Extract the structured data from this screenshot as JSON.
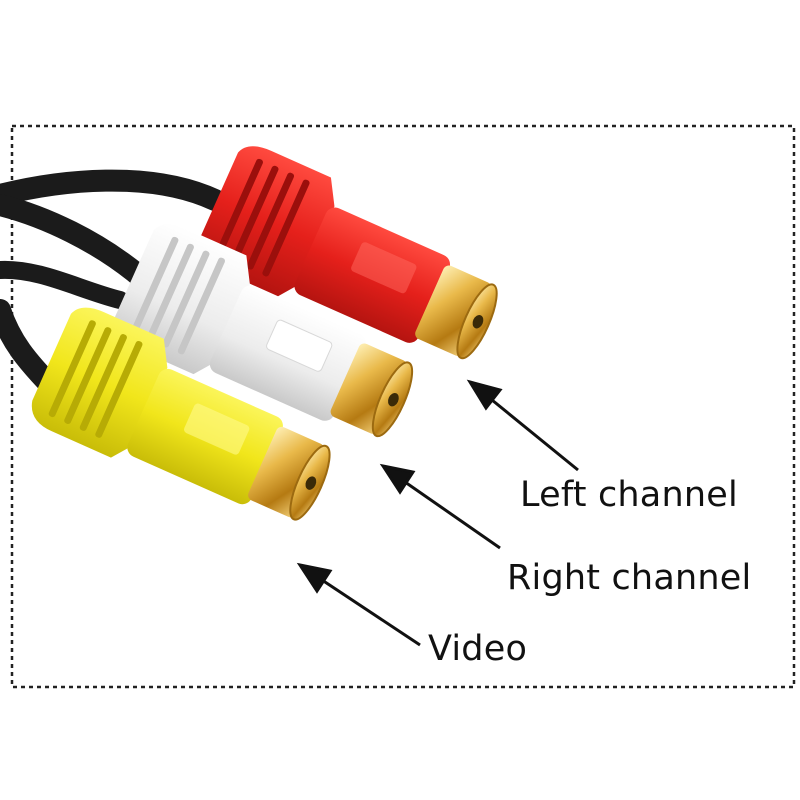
{
  "labels": {
    "left_channel": "Left channel",
    "right_channel": "Right channel",
    "video": "Video"
  },
  "connectors": [
    {
      "name": "left-channel-connector",
      "color": "#e8211c"
    },
    {
      "name": "right-channel-connector",
      "color": "#f2f2f2"
    },
    {
      "name": "video-connector",
      "color": "#f3ea1a"
    }
  ],
  "colors": {
    "cable": "#1a1a1a",
    "gold": "#d9a53a",
    "border": "#222222",
    "text": "#111111"
  }
}
